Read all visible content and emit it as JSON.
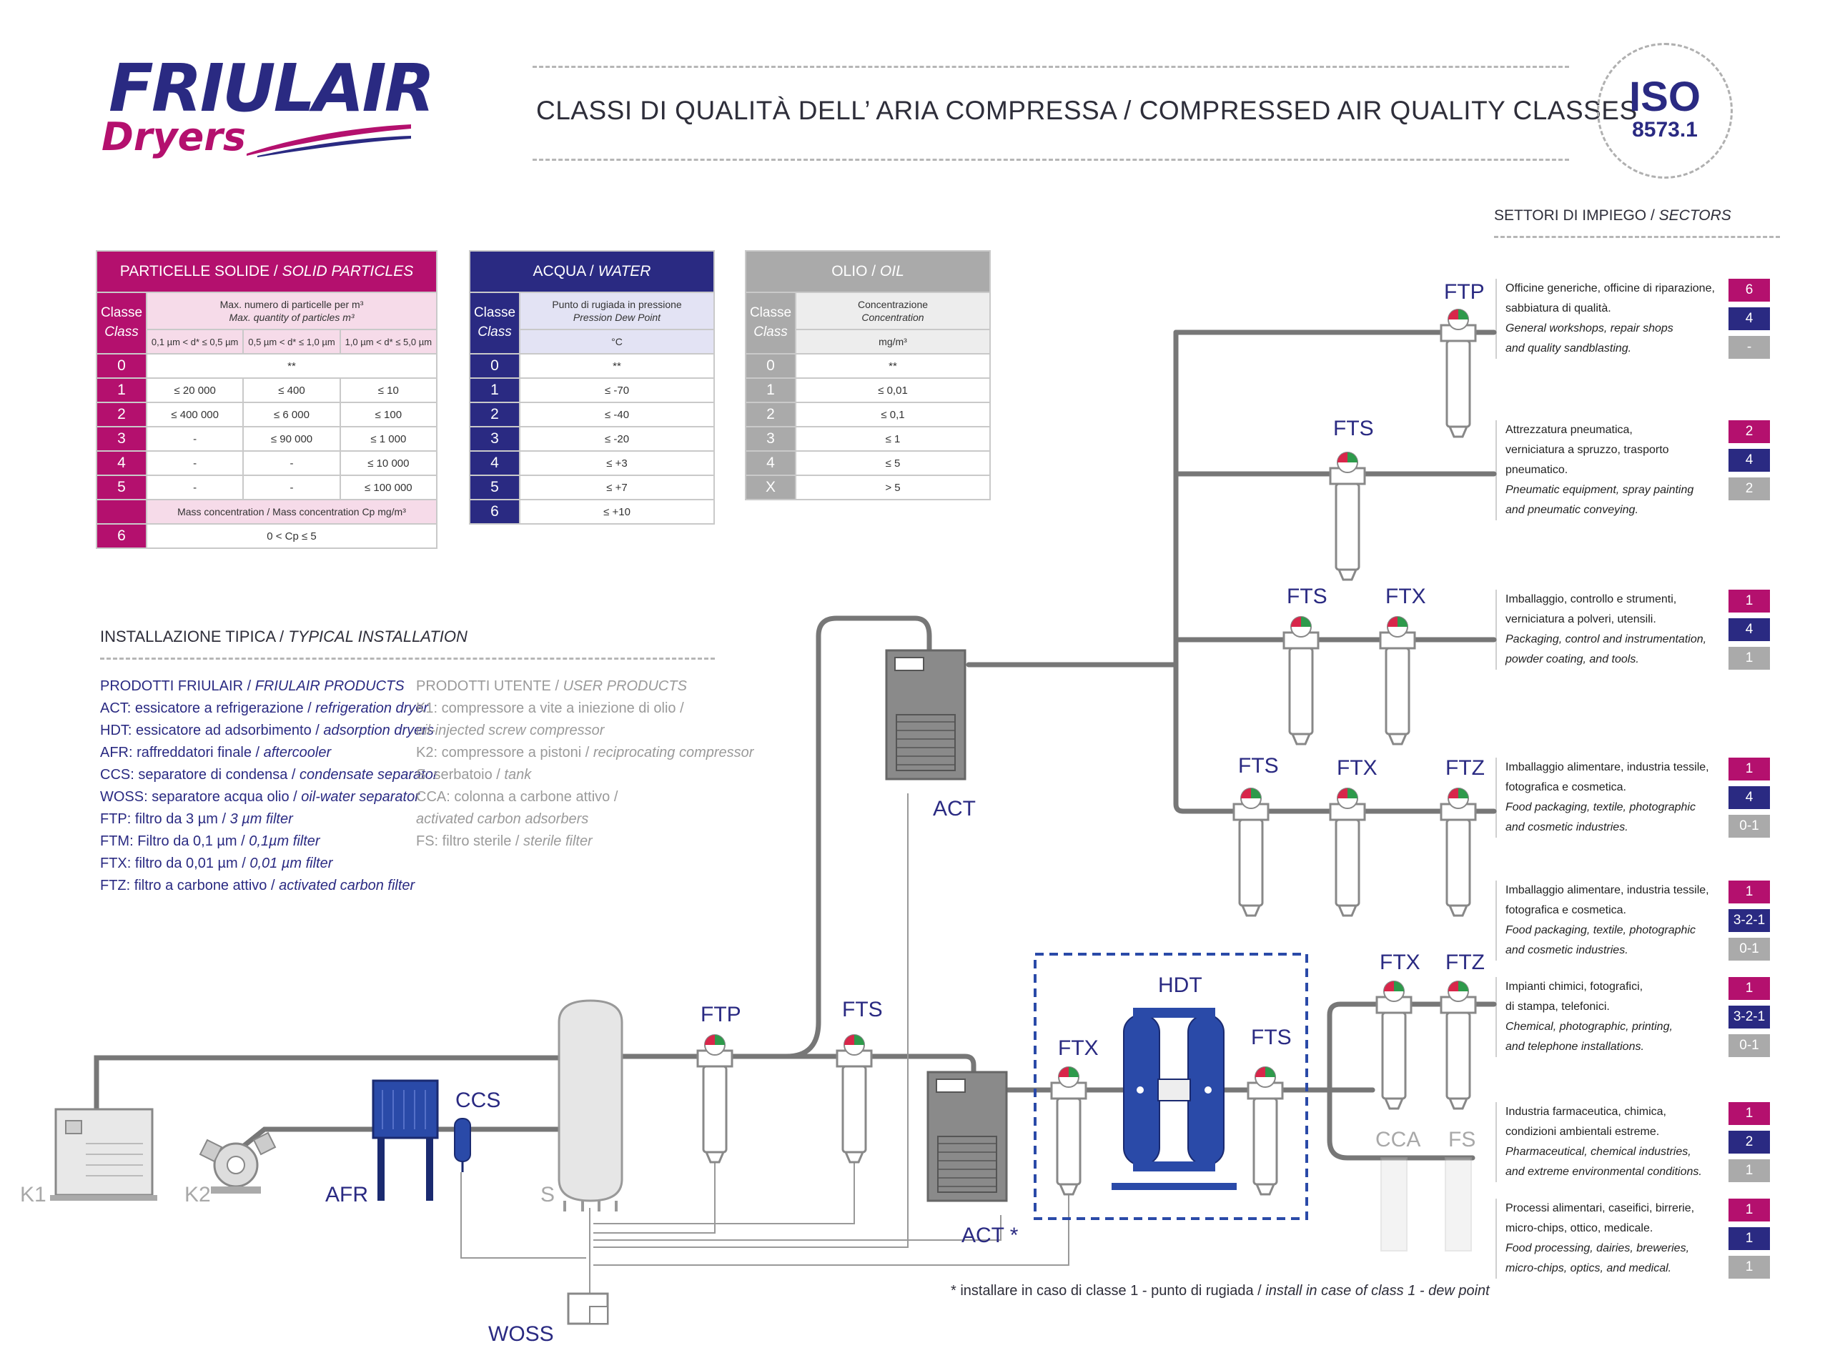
{
  "header": {
    "logo_main": "FRIULAIR",
    "logo_sub": "Dryers",
    "logo_reg": "®",
    "title": "CLASSI DI QUALITÀ DELL’ ARIA COMPRESSA / COMPRESSED AIR QUALITY CLASSES",
    "iso_big": "ISO",
    "iso_small": "8573.1"
  },
  "table_particles": {
    "title_it": "PARTICELLE SOLIDE / ",
    "title_en": "SOLID PARTICLES",
    "class_it": "Classe",
    "class_en": "Class",
    "max_it": "Max. numero di particelle per m³",
    "max_en": "Max. quantity of particles m³",
    "col1": "0,1 µm < d* ≤ 0,5 µm",
    "col2": "0,5 µm < d* ≤ 1,0 µm",
    "col3": "1,0 µm < d* ≤ 5,0 µm",
    "rows": [
      {
        "cls": "0",
        "v1": "**",
        "v2": "",
        "v3": ""
      },
      {
        "cls": "1",
        "v1": "≤ 20 000",
        "v2": "≤ 400",
        "v3": "≤ 10"
      },
      {
        "cls": "2",
        "v1": "≤ 400 000",
        "v2": "≤ 6 000",
        "v3": "≤ 100"
      },
      {
        "cls": "3",
        "v1": "-",
        "v2": "≤ 90 000",
        "v3": "≤ 1 000"
      },
      {
        "cls": "4",
        "v1": "-",
        "v2": "-",
        "v3": "≤ 10 000"
      },
      {
        "cls": "5",
        "v1": "-",
        "v2": "-",
        "v3": "≤ 100 000"
      }
    ],
    "mass_label": "Mass concentration / Mass concentration Cp mg/m³",
    "row6_cls": "6",
    "row6_val": "0 < Cp ≤ 5"
  },
  "table_water": {
    "title_it": "ACQUA / ",
    "title_en": "WATER",
    "class_it": "Classe",
    "class_en": "Class",
    "head_it": "Punto di rugiada in pressione",
    "head_en": "Pression Dew Point",
    "unit": "°C",
    "rows": [
      {
        "cls": "0",
        "v": "**"
      },
      {
        "cls": "1",
        "v": "≤ -70"
      },
      {
        "cls": "2",
        "v": "≤ -40"
      },
      {
        "cls": "3",
        "v": "≤ -20"
      },
      {
        "cls": "4",
        "v": "≤ +3"
      },
      {
        "cls": "5",
        "v": "≤ +7"
      },
      {
        "cls": "6",
        "v": "≤ +10"
      }
    ]
  },
  "table_oil": {
    "title_it": "OLIO / ",
    "title_en": "OIL",
    "class_it": "Classe",
    "class_en": "Class",
    "head_it": "Concentrazione",
    "head_en": "Concentration",
    "unit": "mg/m³",
    "rows": [
      {
        "cls": "0",
        "v": "**"
      },
      {
        "cls": "1",
        "v": "≤ 0,01"
      },
      {
        "cls": "2",
        "v": "≤ 0,1"
      },
      {
        "cls": "3",
        "v": "≤ 1"
      },
      {
        "cls": "4",
        "v": "≤ 5"
      },
      {
        "cls": "X",
        "v": "> 5"
      }
    ]
  },
  "installation": {
    "title_it": "INSTALLAZIONE TIPICA / ",
    "title_en": "TYPICAL INSTALLATION",
    "friulair_head_it": "PRODOTTI FRIULAIR / ",
    "friulair_head_en": "FRIULAIR PRODUCTS",
    "friulair_items": [
      {
        "it": "ACT: essicatore a refrigerazione / ",
        "en": "refrigeration dryer"
      },
      {
        "it": "HDT: essicatore ad adsorbimento / ",
        "en": "adsorption dryers"
      },
      {
        "it": "AFR: raffreddatori finale / ",
        "en": "aftercooler"
      },
      {
        "it": "CCS: separatore di condensa / ",
        "en": "condensate separator"
      },
      {
        "it": "WOSS: separatore acqua olio / ",
        "en": "oil-water separator"
      },
      {
        "it": "FTP: filtro da 3 µm / ",
        "en": "3 µm filter"
      },
      {
        "it": "FTM: Filtro da 0,1 µm / ",
        "en": "0,1µm filter"
      },
      {
        "it": "FTX: filtro da 0,01 µm / ",
        "en": "0,01 µm filter"
      },
      {
        "it": "FTZ: filtro a carbone attivo / ",
        "en": "activated carbon filter"
      }
    ],
    "user_head_it": "PRODOTTI UTENTE / ",
    "user_head_en": "USER PRODUCTS",
    "user_lines": [
      {
        "it": "K1: compressore a vite a iniezione di olio /",
        "en": ""
      },
      {
        "it": "",
        "en": "oil-injected screw compressor"
      },
      {
        "it": "K2: compressore a pistoni / ",
        "en": "reciprocating compressor"
      },
      {
        "it": "S: serbatoio / ",
        "en": "tank"
      },
      {
        "it": "CCA: colonna a carbone attivo /",
        "en": ""
      },
      {
        "it": "",
        "en": "activated carbon adsorbers"
      },
      {
        "it": "FS: filtro sterile / ",
        "en": "sterile filter"
      }
    ]
  },
  "sectors": {
    "title_it": "SETTORI DI IMPIEGO / ",
    "title_en": "SECTORS",
    "items": [
      {
        "it1": "Officine generiche, officine di riparazione,",
        "it2": "sabbiatura di qualità.",
        "en1": "General workshops, repair shops",
        "en2": "and quality sandblasting.",
        "b": [
          "6",
          "4",
          "-"
        ]
      },
      {
        "it1": "Attrezzatura pneumatica,",
        "it2": "verniciatura a spruzzo, trasporto pneumatico.",
        "en1": "Pneumatic equipment, spray painting",
        "en2": "and pneumatic conveying.",
        "b": [
          "2",
          "4",
          "2"
        ]
      },
      {
        "it1": "Imballaggio, controllo e strumenti,",
        "it2": "verniciatura a polveri, utensili.",
        "en1": "Packaging, control and instrumentation,",
        "en2": "powder coating, and tools.",
        "b": [
          "1",
          "4",
          "1"
        ]
      },
      {
        "it1": "Imballaggio alimentare, industria tessile,",
        "it2": "fotografica e cosmetica.",
        "en1": "Food packaging, textile, photographic",
        "en2": "and cosmetic industries.",
        "b": [
          "1",
          "4",
          "0-1"
        ]
      },
      {
        "it1": "Imballaggio alimentare, industria tessile,",
        "it2": "fotografica e cosmetica.",
        "en1": "Food packaging, textile, photographic",
        "en2": "and cosmetic industries.",
        "b": [
          "1",
          "3-2-1",
          "0-1"
        ]
      },
      {
        "it1": "Impianti chimici, fotografici,",
        "it2": " di stampa, telefonici.",
        "en1": "Chemical, photographic, printing,",
        "en2": "and telephone installations.",
        "b": [
          "1",
          "3-2-1",
          "0-1"
        ]
      },
      {
        "it1": "Industria farmaceutica, chimica,",
        "it2": "condizioni ambientali estreme.",
        "en1": "Pharmaceutical, chemical industries,",
        "en2": "and extreme environmental conditions.",
        "b": [
          "1",
          "2",
          "1"
        ]
      },
      {
        "it1": "Processi alimentari, caseifici, birrerie,",
        "it2": "micro-chips, ottico, medicale.",
        "en1": "Food processing, dairies, breweries,",
        "en2": "micro-chips, optics, and medical.",
        "b": [
          "1",
          "1",
          "1"
        ]
      }
    ]
  },
  "diagram": {
    "ftp": "FTP",
    "fts": "FTS",
    "ftx": "FTX",
    "ftz": "FTZ",
    "act": "ACT",
    "act_star": "ACT *",
    "hdt": "HDT",
    "ccs": "CCS",
    "afr": "AFR",
    "woss": "WOSS",
    "k1": "K1",
    "k2": "K2",
    "s": "S",
    "cca": "CCA",
    "fs": "FS",
    "note_it": "* installare in caso di classe 1 - punto di rugiada  / ",
    "note_en": "install in case of class 1 - dew point"
  },
  "colors": {
    "magenta": "#b4106e",
    "navy": "#2a2a82",
    "gray": "#aaaaaa",
    "pipe": "#777777"
  }
}
